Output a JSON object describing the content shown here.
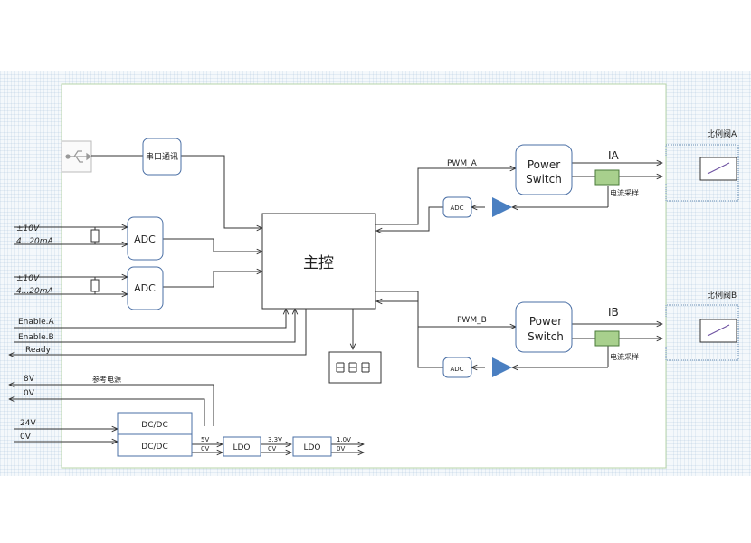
{
  "main_controller": "主控",
  "serial_comm": "串口通讯",
  "adc": "ADC",
  "input_1": {
    "range_a": "±10V",
    "range_b": "4...20mA"
  },
  "input_2": {
    "range_a": "±10V",
    "range_b": "4...20mA"
  },
  "signals": {
    "enable_a": "Enable.A",
    "enable_b": "Enable.B",
    "ready": "Ready"
  },
  "reference": {
    "label": "参考电源",
    "v8": "8V",
    "v0": "0V"
  },
  "power_in": {
    "v24": "24V",
    "v0": "0V"
  },
  "dcdc": "DC/DC",
  "ldo": "LDO",
  "rails": {
    "v5": "5V",
    "v0a": "0V",
    "v33": "3.3V",
    "v0b": "0V",
    "v10": "1.0V",
    "v0c": "0V"
  },
  "channel_a": {
    "pwm": "PWM_A",
    "switch_line1": "Power",
    "switch_line2": "Switch",
    "current_label": "IA",
    "sense": "电流采样",
    "adc": "ADC",
    "valve": "比例阀A"
  },
  "channel_b": {
    "pwm": "PWM_B",
    "switch_line1": "Power",
    "switch_line2": "Switch",
    "current_label": "IB",
    "sense": "电流采样",
    "adc": "ADC",
    "valve": "比例阀B"
  },
  "colors": {
    "box_border": "#4a6fa5",
    "sense_fill": "#a8d08d",
    "amp_fill": "#4a7fc1",
    "line": "#333333",
    "frame": "#b7d4a8"
  }
}
